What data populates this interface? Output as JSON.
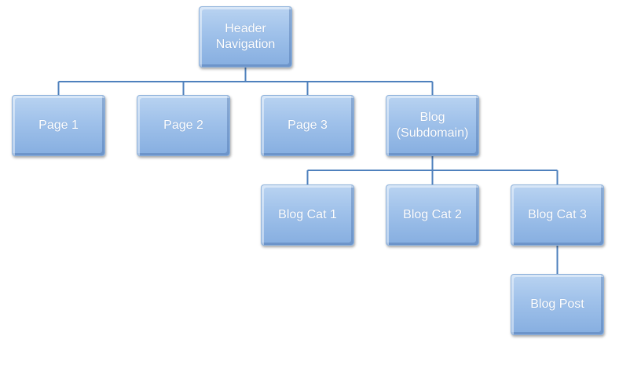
{
  "nodes": {
    "header": "Header\nNavigation",
    "page1": "Page 1",
    "page2": "Page 2",
    "page3": "Page 3",
    "blog": "Blog\n(Subdomain)",
    "blogcat1": "Blog Cat 1",
    "blogcat2": "Blog Cat 2",
    "blogcat3": "Blog Cat 3",
    "blogpost": "Blog Post"
  },
  "edges": [
    [
      "header",
      "page1"
    ],
    [
      "header",
      "page2"
    ],
    [
      "header",
      "page3"
    ],
    [
      "header",
      "blog"
    ],
    [
      "blog",
      "blogcat1"
    ],
    [
      "blog",
      "blogcat2"
    ],
    [
      "blog",
      "blogcat3"
    ],
    [
      "blogcat3",
      "blogpost"
    ]
  ],
  "colors": {
    "connector": "#4f81bd",
    "node_fill": "#9fc1ea",
    "node_text": "#ffffff"
  }
}
